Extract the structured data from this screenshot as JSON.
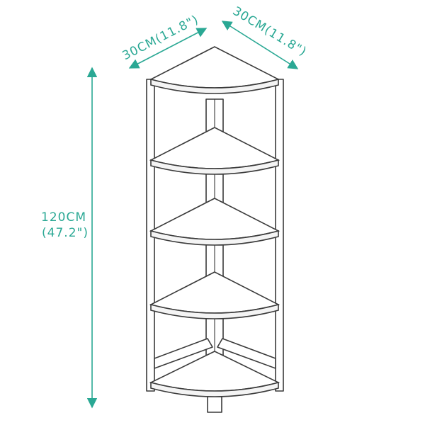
{
  "dimensions": {
    "width_left": "30CM(11.8\")",
    "width_right": "30CM(11.8\")",
    "height_cm": "120CM",
    "height_in": "(47.2\")"
  },
  "colors": {
    "dimension": "#2aa894",
    "outline": "#3a3a3a",
    "background": "#ffffff"
  },
  "shelf_count": 5
}
